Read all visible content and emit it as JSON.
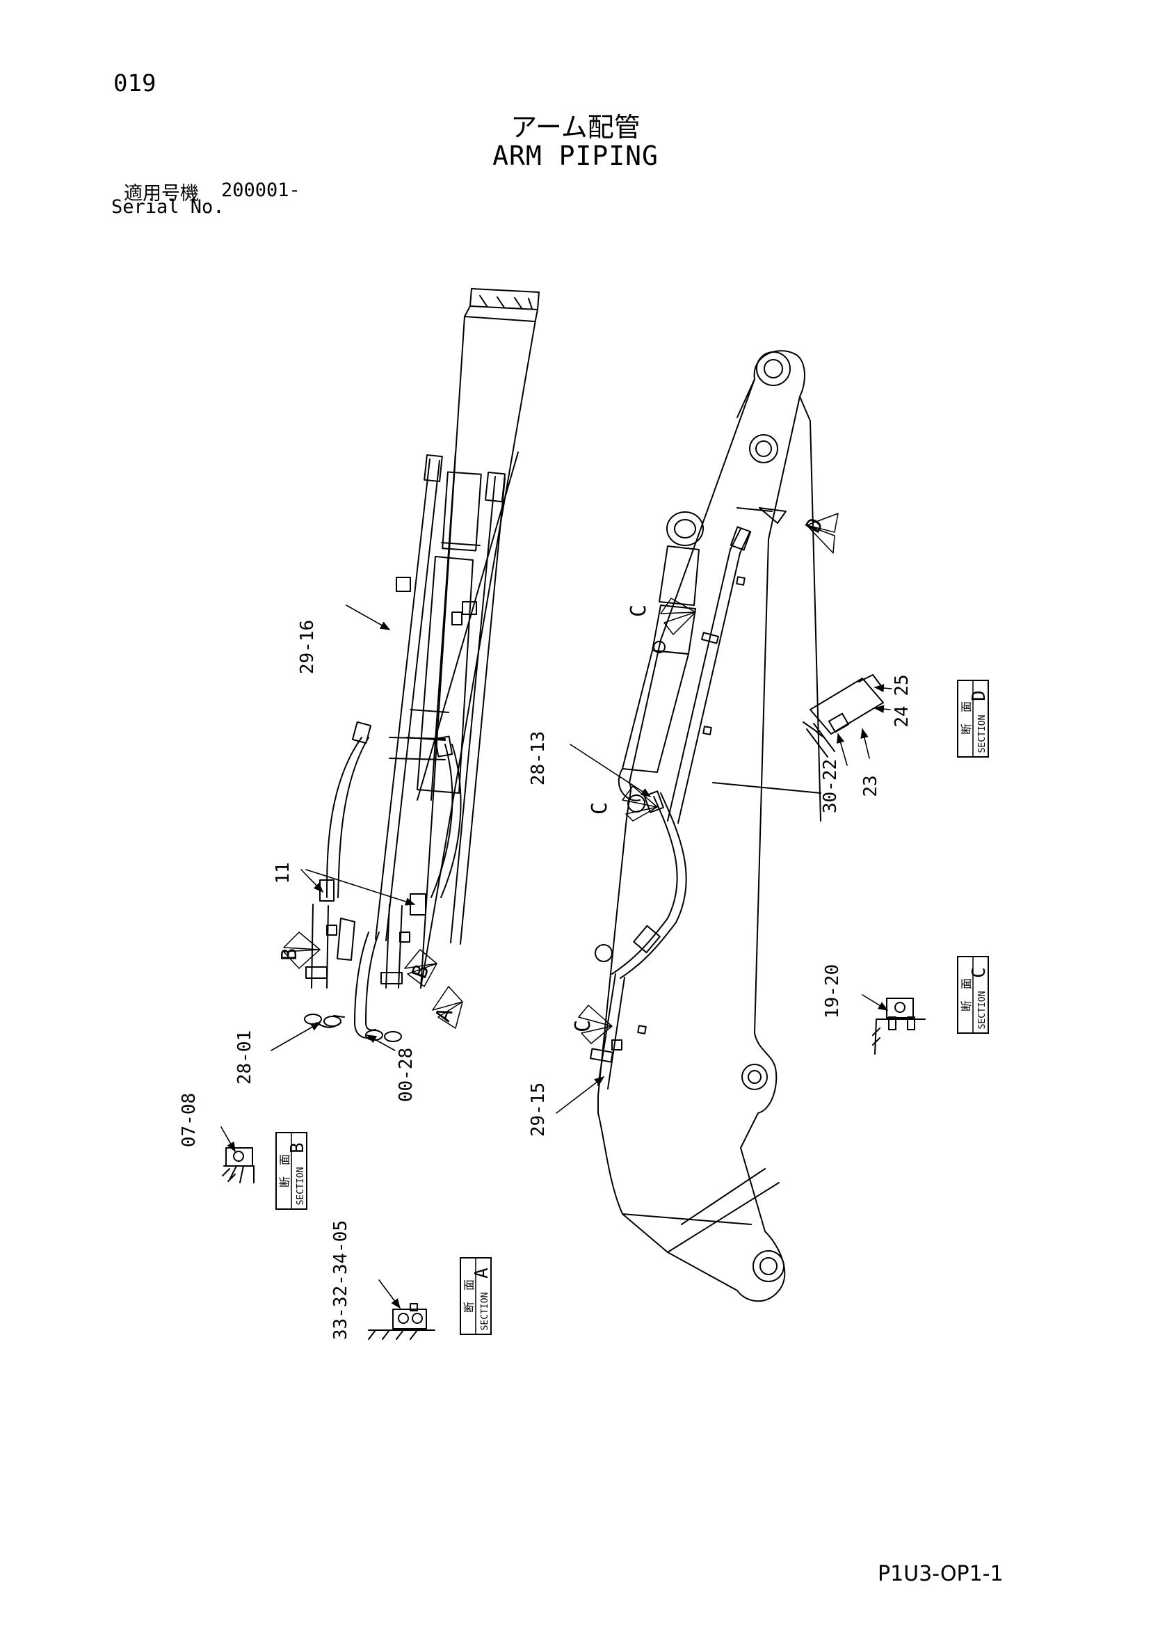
{
  "page_number": "019",
  "title_jp": "アーム配管",
  "title_en": "ARM PIPING",
  "serial_label_jp": "適用号機",
  "serial_value": "200001-",
  "serial_label_en": "Serial No.",
  "doc_code": "P1U3-OP1-1",
  "section_boxes": [
    {
      "id": "D",
      "jp": "断　面",
      "en": "SECTION",
      "letter": "D"
    },
    {
      "id": "C",
      "jp": "断　面",
      "en": "SECTION",
      "letter": "C"
    },
    {
      "id": "B",
      "jp": "断　面",
      "en": "SECTION",
      "letter": "B"
    },
    {
      "id": "A",
      "jp": "断　面",
      "en": "SECTION",
      "letter": "A"
    }
  ],
  "view_markers": {
    "A": "A",
    "B": "B",
    "C": "C",
    "D": "D"
  },
  "callouts": {
    "c29_16": "29-16",
    "c11": "11",
    "c28_01": "28-01",
    "c00_28": "00-28",
    "c28_13": "28-13",
    "c29_15": "29-15",
    "c30_22": "30-22",
    "c23": "23",
    "c24": "24",
    "c25": "25",
    "c19_20": "19-20",
    "c07_08": "07-08",
    "c33_32_34_05": "33-32-34-05"
  }
}
